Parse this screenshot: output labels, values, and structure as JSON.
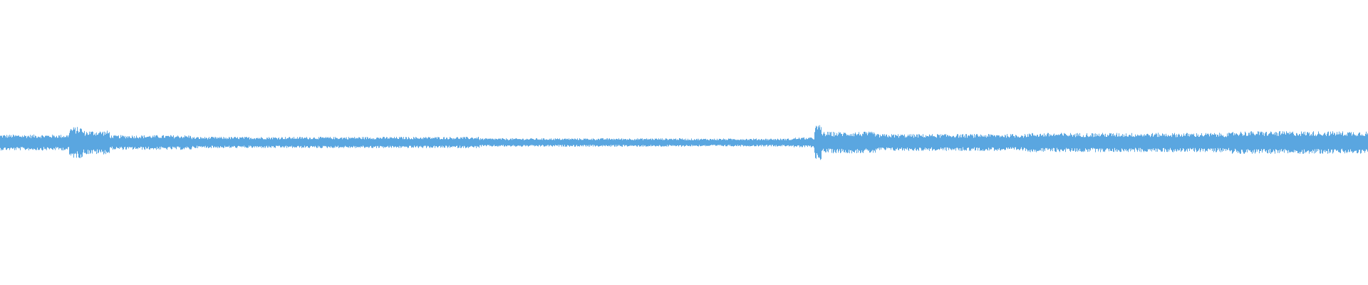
{
  "waveform": {
    "color": "#5aa6e0",
    "background": "#ffffff",
    "segments": [
      {
        "from": 0.0,
        "to": 0.05,
        "level": 0.28
      },
      {
        "from": 0.05,
        "to": 0.06,
        "level": 0.55
      },
      {
        "from": 0.06,
        "to": 0.08,
        "level": 0.42
      },
      {
        "from": 0.08,
        "to": 0.14,
        "level": 0.26
      },
      {
        "from": 0.14,
        "to": 0.35,
        "level": 0.2
      },
      {
        "from": 0.35,
        "to": 0.5,
        "level": 0.15
      },
      {
        "from": 0.5,
        "to": 0.58,
        "level": 0.14
      },
      {
        "from": 0.58,
        "to": 0.595,
        "level": 0.18
      },
      {
        "from": 0.595,
        "to": 0.6,
        "level": 0.62
      },
      {
        "from": 0.6,
        "to": 0.64,
        "level": 0.38
      },
      {
        "from": 0.64,
        "to": 0.75,
        "level": 0.3
      },
      {
        "from": 0.75,
        "to": 0.9,
        "level": 0.34
      },
      {
        "from": 0.9,
        "to": 1.0,
        "level": 0.4
      }
    ]
  }
}
